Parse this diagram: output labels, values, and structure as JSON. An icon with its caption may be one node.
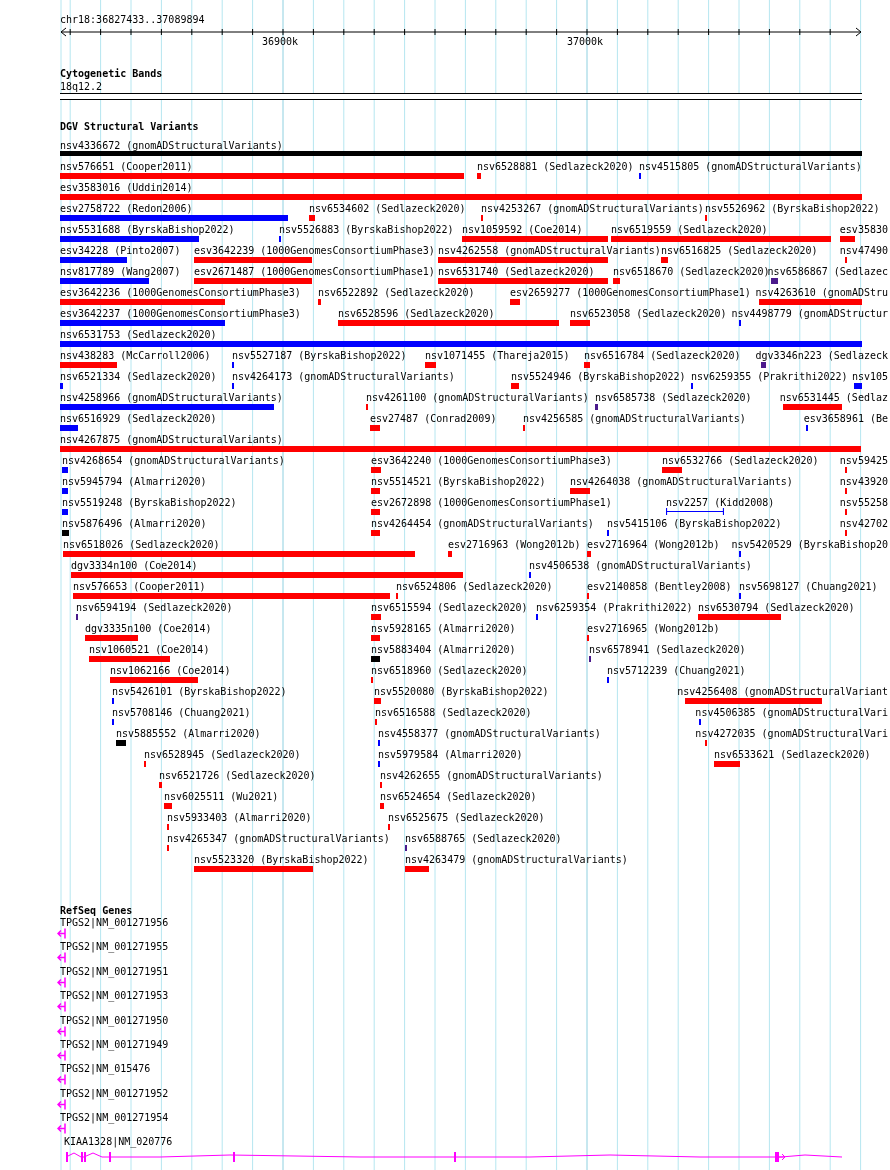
{
  "diagram": {
    "nodes": [
      {
        "text": [
          "18q12.2"
        ]
      },
      {
        "text": [
          "nsv4336672 (gnomADStructuralVariants)"
        ]
      },
      {
        "text": [
          "nsv576651 (Cooper2011)"
        ]
      },
      {
        "text": [
          "nsv6528881 (Sedlazeck2020)"
        ]
      },
      {
        "text": [
          "nsv4515805 (gnomADStructuralVariants)"
        ]
      },
      {
        "text": [
          "esv3583016 (Uddin2014)"
        ]
      },
      {
        "text": [
          "esv2758722 (Redon2006)"
        ]
      },
      {
        "text": [
          "nsv6534602 (Sedlazeck2020)"
        ]
      },
      {
        "text": [
          "nsv4253267 (gnomADStructuralVariants)"
        ]
      },
      {
        "text": [
          "nsv5526962 (ByrskaBishop2022)"
        ]
      },
      {
        "text": [
          "nsv5531688 (ByrskaBishop2022)"
        ]
      },
      {
        "text": [
          "nsv5526883 (ByrskaBishop2022)"
        ]
      },
      {
        "text": [
          "nsv1059592 (Coe2014)"
        ]
      },
      {
        "text": [
          "nsv6519559 (Sedlazeck2020)"
        ]
      },
      {
        "text": [
          "esv35830"
        ]
      },
      {
        "text": [
          "esv34228 (Pinto2007)"
        ]
      },
      {
        "text": [
          "esv3642239 (1000GenomesConsortiumPhase3)"
        ]
      },
      {
        "text": [
          "nsv4262558 (gnomADStructuralVariants)"
        ]
      },
      {
        "text": [
          "nsv6516825 (Sedlazeck2020)"
        ]
      },
      {
        "text": [
          "nsv47490"
        ]
      },
      {
        "text": [
          "nsv817789 (Wang2007)"
        ]
      },
      {
        "text": [
          "esv2671487 (1000GenomesConsortiumPhase1)"
        ]
      },
      {
        "text": [
          "nsv6531740 (Sedlazeck2020)"
        ]
      },
      {
        "text": [
          "nsv6518670 (Sedlazeck2020)"
        ]
      },
      {
        "text": [
          "nsv6586867 (Sedlazec"
        ]
      },
      {
        "text": [
          "esv3642236 (1000GenomesConsortiumPhase3)"
        ]
      },
      {
        "text": [
          "nsv6522892 (Sedlazeck2020)"
        ]
      },
      {
        "text": [
          "esv2659277 (1000GenomesConsortiumPhase1)"
        ]
      },
      {
        "text": [
          "nsv4263610 (gnomADStru"
        ]
      },
      {
        "text": [
          "esv3642237 (1000GenomesConsortiumPhase3)"
        ]
      },
      {
        "text": [
          "nsv6528596 (Sedlazeck2020)"
        ]
      },
      {
        "text": [
          "nsv6523058 (Sedlazeck2020)"
        ]
      },
      {
        "text": [
          "nsv4498779 (gnomADStructur"
        ]
      },
      {
        "text": [
          "nsv6531753 (Sedlazeck2020)"
        ]
      },
      {
        "text": [
          "nsv438283 (McCarroll2006)"
        ]
      },
      {
        "text": [
          "nsv5527187 (ByrskaBishop2022)"
        ]
      },
      {
        "text": [
          "nsv1071455 (Thareja2015)"
        ]
      },
      {
        "text": [
          "nsv6516784 (Sedlazeck2020)"
        ]
      },
      {
        "text": [
          "dgv3346n223 (Sedlazeck"
        ]
      },
      {
        "text": [
          "nsv6521334 (Sedlazeck2020)"
        ]
      },
      {
        "text": [
          "nsv4264173 (gnomADStructuralVariants)"
        ]
      },
      {
        "text": [
          "nsv5524946 (ByrskaBishop2022)"
        ]
      },
      {
        "text": [
          "nsv6259355 (Prakrithi2022)"
        ]
      },
      {
        "text": [
          "nsv105"
        ]
      },
      {
        "text": [
          "nsv4258966 (gnomADStructuralVariants)"
        ]
      },
      {
        "text": [
          "nsv4261100 (gnomADStructuralVariants)"
        ]
      },
      {
        "text": [
          "nsv6585738 (Sedlazeck2020)"
        ]
      },
      {
        "text": [
          "nsv6531445 (Sedlaz"
        ]
      },
      {
        "text": [
          "nsv6516929 (Sedlazeck2020)"
        ]
      },
      {
        "text": [
          "esv27487 (Conrad2009)"
        ]
      },
      {
        "text": [
          "nsv4256585 (gnomADStructuralVariants)"
        ]
      },
      {
        "text": [
          "esv3658961 (Be"
        ]
      },
      {
        "text": [
          "nsv4267875 (gnomADStructuralVariants)"
        ]
      },
      {
        "text": [
          "nsv4268654 (gnomADStructuralVariants)"
        ]
      },
      {
        "text": [
          "esv3642240 (1000GenomesConsortiumPhase3)"
        ]
      },
      {
        "text": [
          "nsv6532766 (Sedlazeck2020)"
        ]
      },
      {
        "text": [
          "nsv59425"
        ]
      },
      {
        "text": [
          "nsv5945794 (Almarri2020)"
        ]
      },
      {
        "text": [
          "nsv5514521 (ByrskaBishop2022)"
        ]
      },
      {
        "text": [
          "nsv4264038 (gnomADStructuralVariants)"
        ]
      },
      {
        "text": [
          "nsv43920"
        ]
      },
      {
        "text": [
          "nsv5519248 (ByrskaBishop2022)"
        ]
      },
      {
        "text": [
          "esv2672898 (1000GenomesConsortiumPhase1)"
        ]
      },
      {
        "text": [
          "nsv2257 (Kidd2008)"
        ]
      },
      {
        "text": [
          "nsv55258"
        ]
      },
      {
        "text": [
          "nsv5876496 (Almarri2020)"
        ]
      },
      {
        "text": [
          "nsv4264454 (gnomADStructuralVariants)"
        ]
      },
      {
        "text": [
          "nsv5415106 (ByrskaBishop2022)"
        ]
      },
      {
        "text": [
          "nsv42702"
        ]
      },
      {
        "text": [
          "nsv6518026 (Sedlazeck2020)"
        ]
      },
      {
        "text": [
          "esv2716963 (Wong2012b)"
        ]
      },
      {
        "text": [
          "esv2716964 (Wong2012b)"
        ]
      },
      {
        "text": [
          "nsv5420529 (ByrskaBishop20"
        ]
      },
      {
        "text": [
          "dgv3334n100 (Coe2014)"
        ]
      },
      {
        "text": [
          "nsv4506538 (gnomADStructuralVariants)"
        ]
      },
      {
        "text": [
          "nsv576653 (Cooper2011)"
        ]
      },
      {
        "text": [
          "nsv6524806 (Sedlazeck2020)"
        ]
      },
      {
        "text": [
          "esv2140858 (Bentley2008)"
        ]
      },
      {
        "text": [
          "nsv5698127 (Chuang2021)"
        ]
      },
      {
        "text": [
          "nsv6594194 (Sedlazeck2020)"
        ]
      },
      {
        "text": [
          "nsv6515594 (Sedlazeck2020)"
        ]
      },
      {
        "text": [
          "nsv6259354 (Prakrithi2022)"
        ]
      },
      {
        "text": [
          "nsv6530794 (Sedlazeck2020)"
        ]
      },
      {
        "text": [
          "dgv3335n100 (Coe2014)"
        ]
      },
      {
        "text": [
          "nsv5928165 (Almarri2020)"
        ]
      },
      {
        "text": [
          "esv2716965 (Wong2012b)"
        ]
      },
      {
        "text": [
          "nsv1060521 (Coe2014)"
        ]
      },
      {
        "text": [
          "nsv5883404 (Almarri2020)"
        ]
      },
      {
        "text": [
          "nsv6578941 (Sedlazeck2020)"
        ]
      },
      {
        "text": [
          "nsv1062166 (Coe2014)"
        ]
      },
      {
        "text": [
          "nsv6518960 (Sedlazeck2020)"
        ]
      },
      {
        "text": [
          "nsv5712239 (Chuang2021)"
        ]
      },
      {
        "text": [
          "nsv5426101 (ByrskaBishop2022)"
        ]
      },
      {
        "text": [
          "nsv5520080 (ByrskaBishop2022)"
        ]
      },
      {
        "text": [
          "nsv4256408 (gnomADStructuralVariant"
        ]
      },
      {
        "text": [
          "nsv5708146 (Chuang2021)"
        ]
      },
      {
        "text": [
          "nsv6516588 (Sedlazeck2020)"
        ]
      },
      {
        "text": [
          "nsv4506385 (gnomADStructuralVari"
        ]
      },
      {
        "text": [
          "nsv5885552 (Almarri2020)"
        ]
      },
      {
        "text": [
          "nsv4558377 (gnomADStructuralVariants)"
        ]
      },
      {
        "text": [
          "nsv4272035 (gnomADStructuralVari"
        ]
      },
      {
        "text": [
          "nsv6528945 (Sedlazeck2020)"
        ]
      },
      {
        "text": [
          "nsv5979584 (Almarri2020)"
        ]
      },
      {
        "text": [
          "nsv6533621 (Sedlazeck2020)"
        ]
      },
      {
        "text": [
          "nsv6521726 (Sedlazeck2020)"
        ]
      },
      {
        "text": [
          "nsv4262655 (gnomADStructuralVariants)"
        ]
      },
      {
        "text": [
          "nsv6025511 (Wu2021)"
        ]
      },
      {
        "text": [
          "nsv6524654 (Sedlazeck2020)"
        ]
      },
      {
        "text": [
          "nsv5933403 (Almarri2020)"
        ]
      },
      {
        "text": [
          "nsv6525675 (Sedlazeck2020)"
        ]
      },
      {
        "text": [
          "nsv4265347 (gnomADStructuralVariants)"
        ]
      },
      {
        "text": [
          "nsv6588765 (Sedlazeck2020)"
        ]
      },
      {
        "text": [
          "nsv5523320 (ByrskaBishop2022)"
        ]
      },
      {
        "text": [
          "nsv4263479 (gnomADStructuralVariants)"
        ]
      },
      {
        "text": [
          "TPGS2|NM_001271956"
        ]
      },
      {
        "text": [
          "TPGS2|NM_001271955"
        ]
      },
      {
        "text": [
          "TPGS2|NM_001271951"
        ]
      },
      {
        "text": [
          "TPGS2|NM_001271953"
        ]
      },
      {
        "text": [
          "TPGS2|NM_001271950"
        ]
      },
      {
        "text": [
          "TPGS2|NM_001271949"
        ]
      },
      {
        "text": [
          "TPGS2|NM_015476"
        ]
      },
      {
        "text": [
          "TPGS2|NM_001271952"
        ]
      },
      {
        "text": [
          "TPGS2|NM_001271954"
        ]
      },
      {
        "text": [
          "KIAA1328|NM_020776"
        ]
      }
    ],
    "labels": [
      "chr18:36827433..37089894",
      "36900k",
      "37000k",
      "Cytogenetic Bands",
      "DGV Structural Variants",
      "RefSeq Genes"
    ]
  }
}
